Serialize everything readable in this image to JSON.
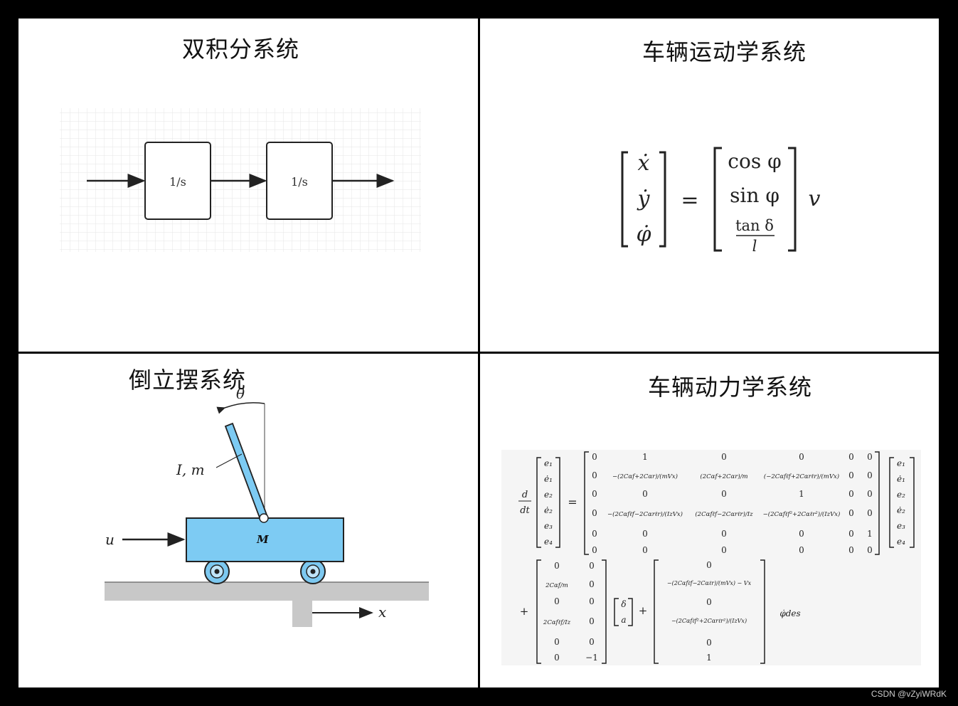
{
  "panels": {
    "double_integrator": {
      "title": "双积分系统",
      "block1": "1/s",
      "block2": "1/s"
    },
    "kinematics": {
      "title": "车辆运动学系统",
      "lhs": [
        "ẋ",
        "ẏ",
        "φ̇"
      ],
      "rhs": [
        "cos φ",
        "sin φ"
      ],
      "frac_num": "tan δ",
      "frac_den": "l",
      "multiplier": "v",
      "equals": "="
    },
    "inverted_pendulum": {
      "title": "倒立摆系统",
      "theta": "θ",
      "rod_label": "I, m",
      "cart_label": "M",
      "force": "u",
      "axis": "x"
    },
    "dynamics": {
      "title": "车辆动力学系统",
      "ddt_num": "d",
      "ddt_den": "dt",
      "state": [
        "e₁",
        "ė₁",
        "e₂",
        "ė₂",
        "e₃",
        "e₄"
      ],
      "A_rows": [
        [
          "0",
          "1",
          "0",
          "0",
          "0",
          "0"
        ],
        [
          "0",
          "−(2Cαf+2Cαr)/(mVx)",
          "(2Cαf+2Cαr)/m",
          "(−2Cαfℓf+2Cαrℓr)/(mVx)",
          "0",
          "0"
        ],
        [
          "0",
          "0",
          "0",
          "1",
          "0",
          "0"
        ],
        [
          "0",
          "−(2Cαfℓf−2Cαrℓr)/(IzVx)",
          "(2Cαfℓf−2Cαrℓr)/Iz",
          "−(2Cαfℓf²+2Cαℓr²)/(IzVx)",
          "0",
          "0"
        ],
        [
          "0",
          "0",
          "0",
          "0",
          "0",
          "1"
        ],
        [
          "0",
          "0",
          "0",
          "0",
          "0",
          "0"
        ]
      ],
      "B_rows": [
        [
          "0",
          "0"
        ],
        [
          "2Cαf/m",
          "0"
        ],
        [
          "0",
          "0"
        ],
        [
          "2Cαfℓf/Iz",
          "0"
        ],
        [
          "0",
          "0"
        ],
        [
          "0",
          "−1"
        ]
      ],
      "input": [
        "δ",
        "a"
      ],
      "C_rows": [
        "0",
        "−(2Cαfℓf−2Cαℓr)/(mVx) − Vx",
        "0",
        "−(2Cαfℓf²+2Cαrℓr²)/(IzVx)",
        "0",
        "1"
      ],
      "phi_des": "φ̇des",
      "plus": "+"
    }
  },
  "watermark": "CSDN @vZyiWRdK"
}
